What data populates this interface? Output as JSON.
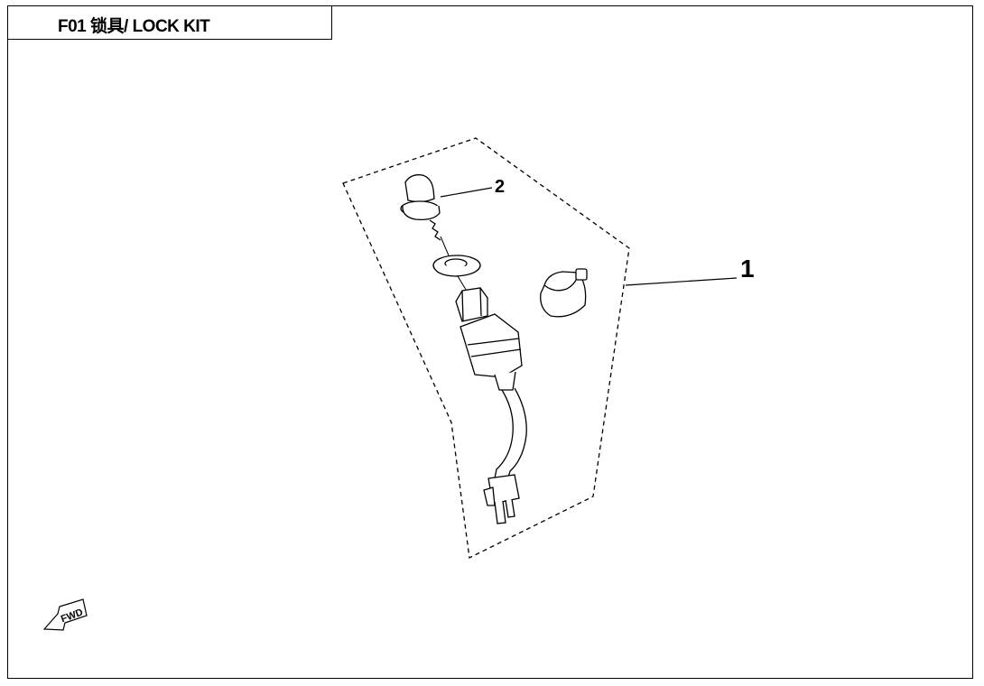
{
  "title": "F01 锁具/ LOCK KIT",
  "callouts": {
    "kit": "1",
    "key": "2"
  },
  "fwd_badge": "FWD",
  "colors": {
    "line": "#000000",
    "background": "#ffffff"
  }
}
